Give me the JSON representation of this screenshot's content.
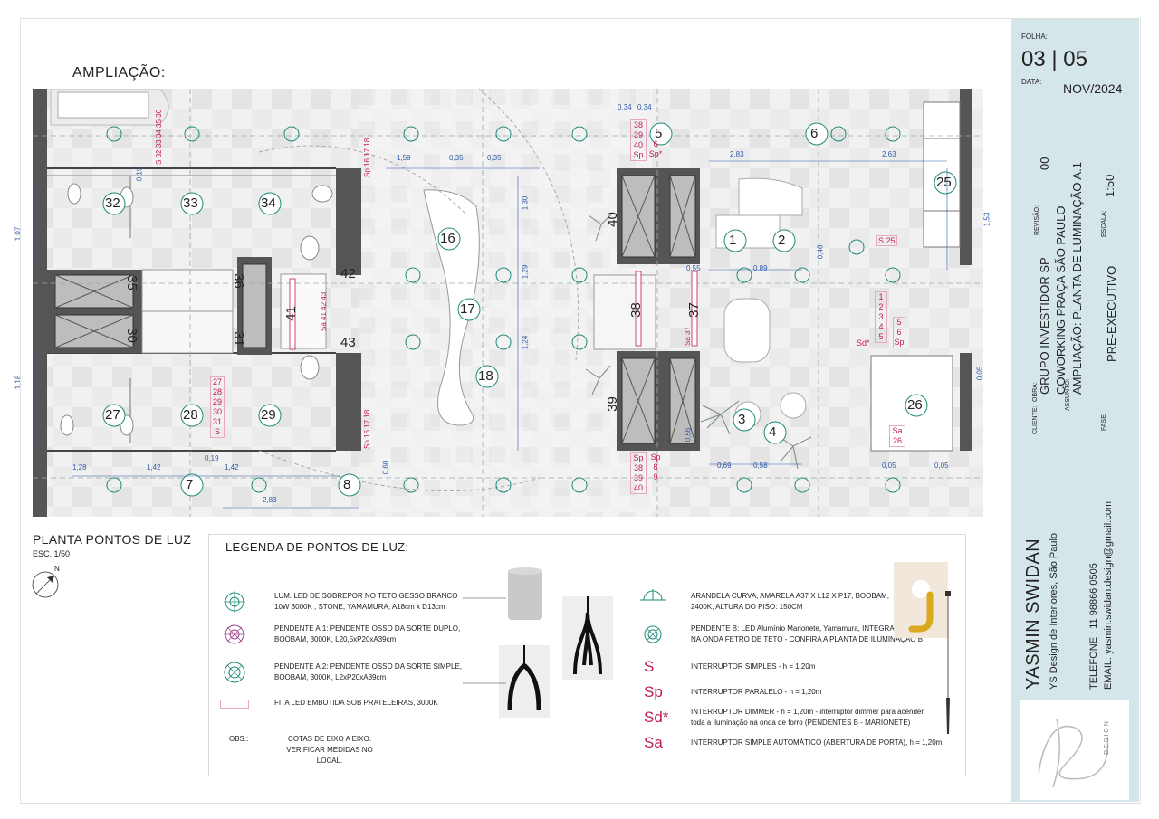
{
  "header": {
    "title": "AMPLIAÇÃO:"
  },
  "plan_title": {
    "name": "PLANTA PONTOS DE LUZ",
    "scale": "ESC. 1/50",
    "north": "N"
  },
  "dimensions": {
    "d_0_34a": "0,34",
    "d_0_34b": "0,34",
    "d_2_83a": "2,83",
    "d_2_63": "2,63",
    "d_1_59": "1,59",
    "d_0_35a": "0,35",
    "d_0_35b": "0,35",
    "d_1_30": "1,30",
    "d_1_29": "1,29",
    "d_1_24": "1,24",
    "d_1_07": "1,07",
    "d_1_18": "1,18",
    "d_1_28": "1,28",
    "d_1_42a": "1,42",
    "d_1_42b": "1,42",
    "d_0_19a": "0,19",
    "d_0_19b": "0,19",
    "d_2_83b": "2,83",
    "d_0_60": "0,60",
    "d_0_55": "0,55",
    "d_0_89": "0,89",
    "d_0_46": "0,46",
    "d_1_53": "1,53",
    "d_0_69": "0,69",
    "d_0_58": "0,58",
    "d_0_05a": "0,05",
    "d_0_05b": "0,05",
    "d_0_05c": "0,05",
    "d_0_56": "0,56"
  },
  "lights": [
    "1",
    "2",
    "3",
    "4",
    "5",
    "6",
    "7",
    "8",
    "16",
    "17",
    "18",
    "25",
    "26",
    "27",
    "28",
    "29",
    "32",
    "33",
    "34"
  ],
  "zone_numbers": [
    "30",
    "31",
    "35",
    "36",
    "37",
    "38",
    "39",
    "40",
    "41",
    "42",
    "43"
  ],
  "switch_groups": {
    "g1": [
      "S",
      "32",
      "33",
      "34",
      "35",
      "36"
    ],
    "g2": [
      "Sp",
      "16",
      "17",
      "18"
    ],
    "g3": [
      "38",
      "39",
      "40",
      "Sp"
    ],
    "g4": [
      "6",
      "Sp*"
    ],
    "g5": [
      "Sp",
      "16",
      "17",
      "18"
    ],
    "g6": [
      "27",
      "28",
      "29",
      "30",
      "31",
      "S"
    ],
    "g7": [
      "Sp",
      "38",
      "39",
      "40"
    ],
    "g8": [
      "Sp",
      "8",
      "9"
    ],
    "g9": [
      "1",
      "2",
      "3",
      "4",
      "5"
    ],
    "g10": [
      "5",
      "6",
      "Sp"
    ],
    "g11": [
      "Sd*"
    ],
    "g12": [
      "S",
      "25"
    ],
    "g13": [
      "Sa",
      "26"
    ],
    "g14": [
      "Sa",
      "41",
      "42",
      "43"
    ],
    "g15": [
      "Sa",
      "37"
    ]
  },
  "legend": {
    "heading": "LEGENDA  DE PONTOS DE LUZ:",
    "items": [
      {
        "text1": "LUM. LED DE SOBREPOR NO TETO GESSO BRANCO",
        "text2": "10W 3000K , STONE, YAMAMURA, A18cm x D13cm"
      },
      {
        "text1": "PENDENTE A.1: PENDENTE OSSO  DA SORTE DUPLO,",
        "text2": "BOOBAM, 3000K, L20,5xP20xA39cm"
      },
      {
        "text1": "PENDENTE A.2: PENDENTE OSSO DA SORTE SIMPLE,",
        "text2": "BOOBAM, 3000K, L2xP20xA39cm"
      },
      {
        "text1": "FITA LED EMBUTIDA SOB PRATELEIRAS, 3000K",
        "text2": ""
      },
      {
        "text1": "ARANDELA CURVA, AMARELA A37 X L12 X P17, BOOBAM,",
        "text2": "2400K, ALTURA DO PISO: 150CM"
      },
      {
        "text1": "PENDENTE B: LED  Alumínio Marionete, Yamamura, INTEGRADO",
        "text2": "NA ONDA FETRO DE TETO - CONFIRA A PLANTA DE ILUMINAÇÃO B"
      }
    ],
    "switches": [
      {
        "symbol": "S",
        "text1": "INTERRUPTOR SIMPLES - h = 1,20m",
        "text2": ""
      },
      {
        "symbol": "Sp",
        "text1": "INTERRUPTOR PARALELO - h = 1,20m",
        "text2": ""
      },
      {
        "symbol": "Sd*",
        "text1": "INTERRUPTOR DIMMER - h = 1,20m - interruptor dimmer para acender",
        "text2": "toda a iluminação na onda de forro (PENDENTES B - MARIONETE)"
      },
      {
        "symbol": "Sa",
        "text1": "INTERRUPTOR SIMPLE AUTOMÁTICO (ABERTURA DE PORTA),  h = 1,20m",
        "text2": ""
      }
    ],
    "obs_label": "OBS.:",
    "obs_text1": "COTAS DE EIXO A EIXO.",
    "obs_text2": "VERIFICAR MEDIDAS NO LOCAL."
  },
  "sidebar": {
    "folha_label": "FOLHA:",
    "folha_value": "03 | 05",
    "data_label": "DATA:",
    "data_value": "NOV/2024",
    "cliente_label": "CLIENTE:",
    "cliente_value": "GRUPO INVESTIDOR SP",
    "obra_label": "OBRA:",
    "obra_value": "COWORKING PRAÇA SÃO PAULO",
    "assunto_label": "ASSUNTO:",
    "assunto_value": "AMPLIAÇÃO: PLANTA DE LUMINAÇÃO A.1",
    "fase_label": "FASE:",
    "fase_value": "PRE-EXECUTIVO",
    "revisao_label": "REVISÃO:",
    "revisao_value": "00",
    "escala_label": "ESCALA:",
    "escala_value": "1:50",
    "designer": "YASMIN SWIDAN",
    "company": "YS Design de Interiores, São Paulo",
    "phone": "TELEFONE : 11 98866 0505",
    "email": "EMAIL: yasmin.swidan.design@gmail.com",
    "logo_word": "DESIGN"
  },
  "colors": {
    "light_symbol": "#1f8a7a",
    "switch_pink": "#c2185b",
    "dimension_blue": "#2f5aa8",
    "wall": "#555555",
    "sidebar_bg": "#d5e6ea"
  }
}
